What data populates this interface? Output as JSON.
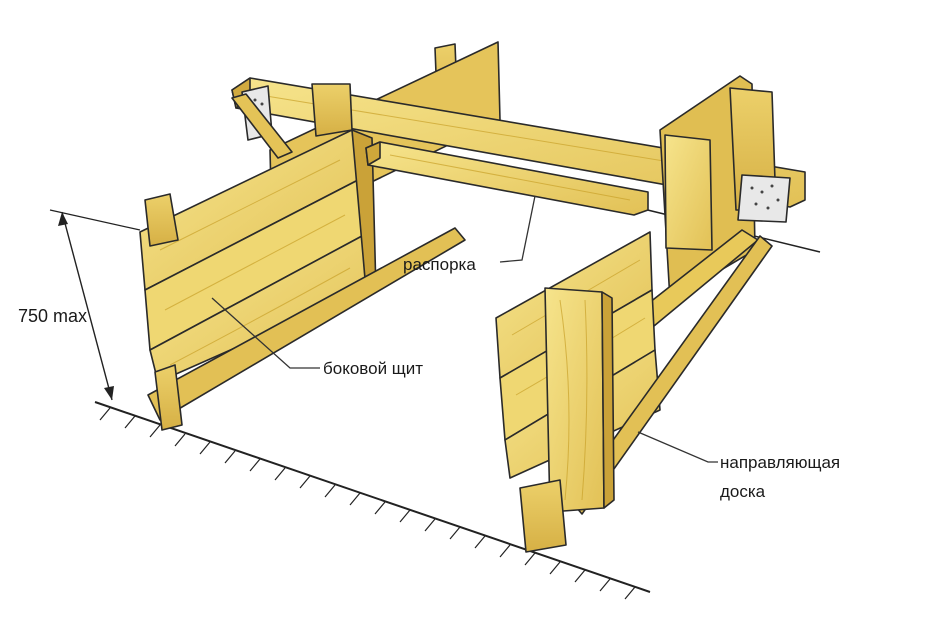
{
  "labels": {
    "dimension": "750 max",
    "spacer": "распорка",
    "side_panel": "боковой щит",
    "guide_board_line1": "направляющая",
    "guide_board_line2": "доска"
  },
  "colors": {
    "wood_light": "#f2dc7a",
    "wood_mid": "#e8c95a",
    "wood_dark": "#cfa73a",
    "plate": "#e6e6e6",
    "ink": "#222222"
  }
}
